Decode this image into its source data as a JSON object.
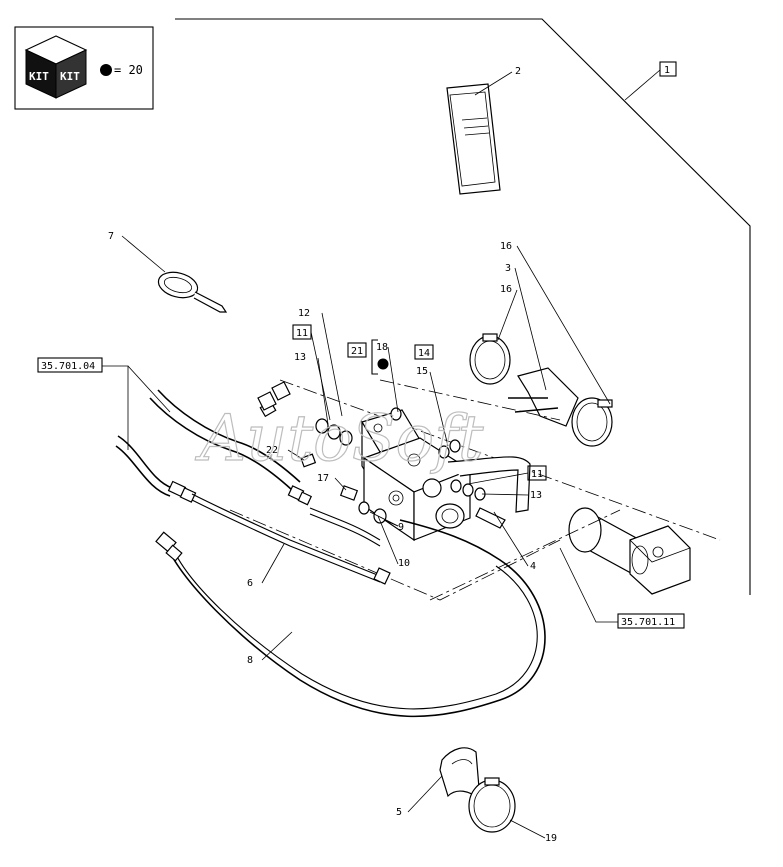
{
  "kit_legend": {
    "kit_text": "KIT",
    "equals_text": "= 20"
  },
  "watermark": "AutoSoft",
  "callouts": {
    "c1": "1",
    "c2": "2",
    "c3": "3",
    "c4": "4",
    "c5": "5",
    "c6": "6",
    "c7": "7",
    "c8": "8",
    "c9": "9",
    "c10": "10",
    "c12": "12",
    "c13a": "13",
    "c13b": "13",
    "c15": "15",
    "c16a": "16",
    "c16b": "16",
    "c17": "17",
    "c18": "18",
    "c19": "19",
    "c22": "22"
  },
  "boxed_refs": {
    "b1": "1",
    "b11a": "11",
    "b11b": "11",
    "b14": "14",
    "b21": "21",
    "ref_left": "35.701.04",
    "ref_right": "35.701.11"
  }
}
